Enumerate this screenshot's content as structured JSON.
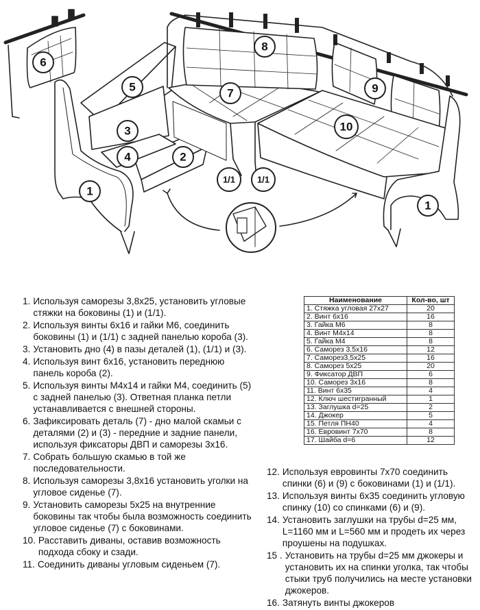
{
  "diagram": {
    "callouts": [
      {
        "id": "6",
        "label": "6"
      },
      {
        "id": "5",
        "label": "5"
      },
      {
        "id": "3",
        "label": "3"
      },
      {
        "id": "4",
        "label": "4"
      },
      {
        "id": "2",
        "label": "2"
      },
      {
        "id": "1a",
        "label": "1"
      },
      {
        "id": "8",
        "label": "8"
      },
      {
        "id": "7",
        "label": "7"
      },
      {
        "id": "9",
        "label": "9"
      },
      {
        "id": "10",
        "label": "10"
      },
      {
        "id": "11a",
        "label": "1/1"
      },
      {
        "id": "11b",
        "label": "1/1"
      },
      {
        "id": "1b",
        "label": "1"
      }
    ]
  },
  "steps_left": [
    {
      "num": "1.",
      "text": "Используя саморезы 3,8х25, установить угловые стяжки на боковины (1) и (1/1)."
    },
    {
      "num": "2.",
      "text": "Используя винты 6х16 и гайки М6, соединить боковины (1) и (1/1) с задней панелью короба (3)."
    },
    {
      "num": "3.",
      "text": "Установить дно (4) в пазы деталей (1), (1/1) и (3)."
    },
    {
      "num": "4.",
      "text": "Используя винт 6х16, установить переднюю панель короба (2)."
    },
    {
      "num": "5.",
      "text": "Используя винты М4х14 и гайки М4, соединить (5) с задней панелью (3). Ответная планка петли устанавливается с внешней стороны."
    },
    {
      "num": "6.",
      "text": "Зафиксировать деталь (7) - дно малой скамьи с деталями (2) и (3) - передние и задние панели, используя фиксаторы ДВП и саморезы 3х16."
    },
    {
      "num": "7.",
      "text": "Собрать большую скамью в той же последовательности."
    },
    {
      "num": "8.",
      "text": "Используя саморезы 3,8х16 установить уголки на угловое сиденье (7)."
    },
    {
      "num": "9.",
      "text": "Установить саморезы 5х25 на внутренние боковины так чтобы была возможность соединить угловое сиденье (7) с боковинами."
    },
    {
      "num": "10.",
      "text": "Расставить диваны, оставив возможность подхода сбоку и сзади."
    },
    {
      "num": "11.",
      "text": "Соединить диваны угловым сиденьем (7)."
    }
  ],
  "steps_right": [
    {
      "num": "12.",
      "text": "Используя евровинты 7х70 соединить спинки (6) и (9) с боковинами (1) и (1/1)."
    },
    {
      "num": "13.",
      "text": "Используя винты 6х35 соединить угловую спинку (10) со спинками (6) и (9)."
    },
    {
      "num": "14.",
      "text": "Установить заглушки на трубы d=25 мм, L=1160 мм и L=560 мм и продеть их через проушены на подушках."
    },
    {
      "num": "15 .",
      "text": "Установить на трубы d=25 мм джокеры и установить их на спинки уголка, так чтобы стыки труб получились на месте установки джокеров."
    },
    {
      "num": "16.",
      "text": "Затянуть винты джокеров"
    }
  ],
  "parts_table": {
    "header_name": "Наименование",
    "header_qty": "Кол-во, шт",
    "rows": [
      {
        "name": "1.  Стяжка угловая 27х27",
        "qty": "20"
      },
      {
        "name": "2.  Винт 6х16",
        "qty": "16"
      },
      {
        "name": "3.  Гайка М6",
        "qty": "8"
      },
      {
        "name": "4.  Винт М4х14",
        "qty": "8"
      },
      {
        "name": "5.  Гайка М4",
        "qty": "8"
      },
      {
        "name": "6.  Саморез 3,5х16",
        "qty": "12"
      },
      {
        "name": "7.  Саморез3,5х25",
        "qty": "16"
      },
      {
        "name": "8.  Саморез 5х25",
        "qty": "20"
      },
      {
        "name": "9.  Фиксатор ДВП",
        "qty": "6"
      },
      {
        "name": "10. Саморез 3х16",
        "qty": "8"
      },
      {
        "name": "11. Винт 6х35",
        "qty": "4"
      },
      {
        "name": "12. Ключ шестигранный",
        "qty": "1"
      },
      {
        "name": "13. Заглушка d=25",
        "qty": "2"
      },
      {
        "name": "14. Джокер",
        "qty": "5"
      },
      {
        "name": "15. Петля ПН40",
        "qty": "4"
      },
      {
        "name": "16. Евровинт 7х70",
        "qty": "8"
      },
      {
        "name": "17. Шайба d=6",
        "qty": "12"
      }
    ]
  }
}
